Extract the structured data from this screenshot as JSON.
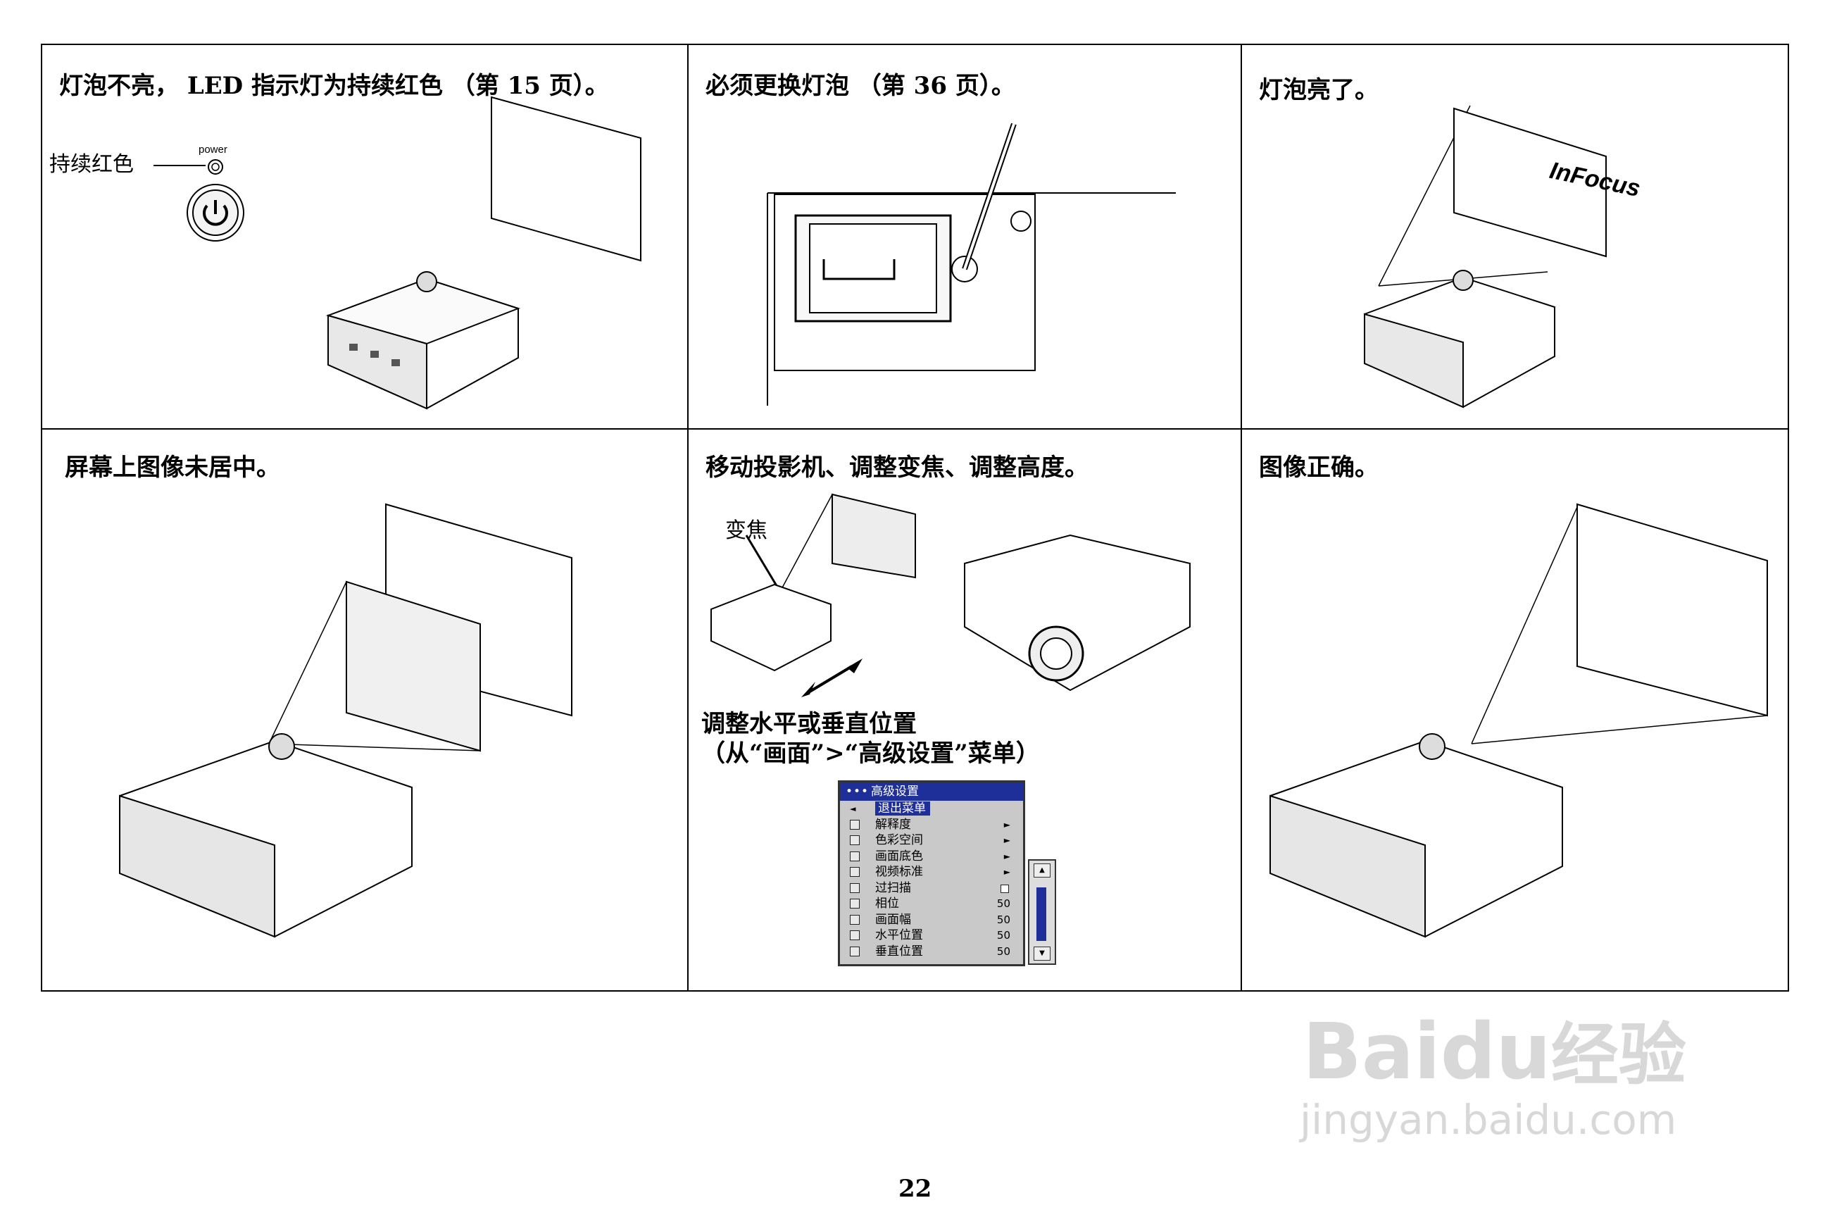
{
  "panels": [
    {
      "caption": "灯泡不亮， LED 指示灯为持续红色 （第 15 页）。",
      "callout": "持续红色",
      "button_label": "power"
    },
    {
      "caption": "必须更换灯泡 （第 36 页）。"
    },
    {
      "caption": "灯泡亮了。",
      "screen_logo": "InFocus"
    },
    {
      "caption": "屏幕上图像未居中。"
    },
    {
      "caption": "移动投影机、调整变焦、调整高度。",
      "callout": "变焦",
      "adjust_line1": "调整水平或垂直位置",
      "adjust_line2": "（从“画面”>“高级设置”菜单）"
    },
    {
      "caption": "图像正确。"
    }
  ],
  "menu": {
    "title": "高级设置",
    "dots": "•••",
    "items": [
      {
        "label": "退出菜单",
        "value": "",
        "selected": true,
        "icon": "left-arrow-icon"
      },
      {
        "label": "解释度",
        "value": "►",
        "icon": "pen-icon"
      },
      {
        "label": "色彩空间",
        "value": "►",
        "icon": "color-dots-icon"
      },
      {
        "label": "画面底色",
        "value": "►",
        "icon": "bulb-icon"
      },
      {
        "label": "视频标准",
        "value": "►",
        "icon": "video-icon"
      },
      {
        "label": "过扫描",
        "value": "",
        "checkbox": true,
        "icon": "overscan-icon"
      },
      {
        "label": "相位",
        "value": "50",
        "icon": "phase-icon"
      },
      {
        "label": "画面幅",
        "value": "50",
        "icon": "width-icon"
      },
      {
        "label": "水平位置",
        "value": "50",
        "icon": "hpos-icon"
      },
      {
        "label": "垂直位置",
        "value": "50",
        "icon": "vpos-icon"
      }
    ]
  },
  "page_number": "22",
  "watermark": {
    "brand": "Baidu",
    "brand_cn": "经验",
    "url": "jingyan.baidu.com"
  }
}
